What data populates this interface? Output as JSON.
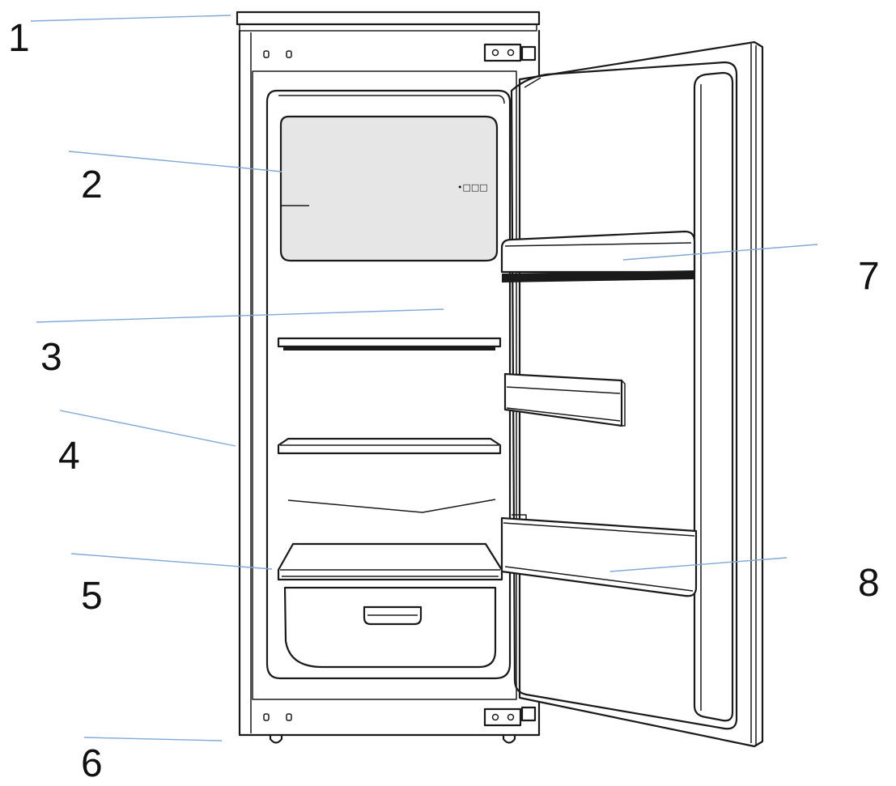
{
  "colors": {
    "leader": "#7fa9d6",
    "outline": "#1a1a1a",
    "freezer": "#e6e6e6",
    "shelf_edge": "#1a1a1a"
  },
  "callouts": [
    {
      "label": "1"
    },
    {
      "label": "2"
    },
    {
      "label": "3"
    },
    {
      "label": "4"
    },
    {
      "label": "5"
    },
    {
      "label": "6"
    },
    {
      "label": "7"
    },
    {
      "label": "8"
    }
  ],
  "freezer_indicator": "•□□□"
}
